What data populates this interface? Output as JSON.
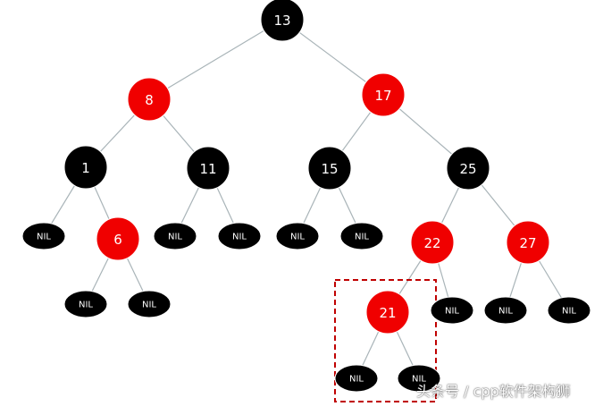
{
  "colors": {
    "red": "#f00000",
    "black": "#000000",
    "edge": "#a9b4b8",
    "highlight": "#c00000"
  },
  "tree": {
    "nodes": [
      {
        "id": "n13",
        "label": "13",
        "color": "black"
      },
      {
        "id": "n8",
        "label": "8",
        "color": "red"
      },
      {
        "id": "n17",
        "label": "17",
        "color": "red"
      },
      {
        "id": "n1",
        "label": "1",
        "color": "black"
      },
      {
        "id": "n11",
        "label": "11",
        "color": "black"
      },
      {
        "id": "n15",
        "label": "15",
        "color": "black"
      },
      {
        "id": "n25",
        "label": "25",
        "color": "black"
      },
      {
        "id": "nil_1L",
        "label": "NIL",
        "color": "black",
        "nil": true
      },
      {
        "id": "n6",
        "label": "6",
        "color": "red"
      },
      {
        "id": "nil_11L",
        "label": "NIL",
        "color": "black",
        "nil": true
      },
      {
        "id": "nil_11R",
        "label": "NIL",
        "color": "black",
        "nil": true
      },
      {
        "id": "nil_15L",
        "label": "NIL",
        "color": "black",
        "nil": true
      },
      {
        "id": "nil_15R",
        "label": "NIL",
        "color": "black",
        "nil": true
      },
      {
        "id": "n22",
        "label": "22",
        "color": "red"
      },
      {
        "id": "n27",
        "label": "27",
        "color": "red"
      },
      {
        "id": "nil_6L",
        "label": "NIL",
        "color": "black",
        "nil": true
      },
      {
        "id": "nil_6R",
        "label": "NIL",
        "color": "black",
        "nil": true
      },
      {
        "id": "n21",
        "label": "21",
        "color": "red",
        "highlighted": true
      },
      {
        "id": "nil_22R",
        "label": "NIL",
        "color": "black",
        "nil": true
      },
      {
        "id": "nil_27L",
        "label": "NIL",
        "color": "black",
        "nil": true
      },
      {
        "id": "nil_27R",
        "label": "NIL",
        "color": "black",
        "nil": true
      },
      {
        "id": "nil_21L",
        "label": "NIL",
        "color": "black",
        "nil": true
      },
      {
        "id": "nil_21R",
        "label": "NIL",
        "color": "black",
        "nil": true
      }
    ],
    "edges": [
      [
        "n13",
        "n8"
      ],
      [
        "n13",
        "n17"
      ],
      [
        "n8",
        "n1"
      ],
      [
        "n8",
        "n11"
      ],
      [
        "n17",
        "n15"
      ],
      [
        "n17",
        "n25"
      ],
      [
        "n1",
        "nil_1L"
      ],
      [
        "n1",
        "n6"
      ],
      [
        "n11",
        "nil_11L"
      ],
      [
        "n11",
        "nil_11R"
      ],
      [
        "n15",
        "nil_15L"
      ],
      [
        "n15",
        "nil_15R"
      ],
      [
        "n25",
        "n22"
      ],
      [
        "n25",
        "n27"
      ],
      [
        "n6",
        "nil_6L"
      ],
      [
        "n6",
        "nil_6R"
      ],
      [
        "n22",
        "n21"
      ],
      [
        "n22",
        "nil_22R"
      ],
      [
        "n27",
        "nil_27L"
      ],
      [
        "n27",
        "nil_27R"
      ],
      [
        "n21",
        "nil_21L"
      ],
      [
        "n21",
        "nil_21R"
      ]
    ]
  },
  "watermark": "头条号 / cpp软件架构狮"
}
